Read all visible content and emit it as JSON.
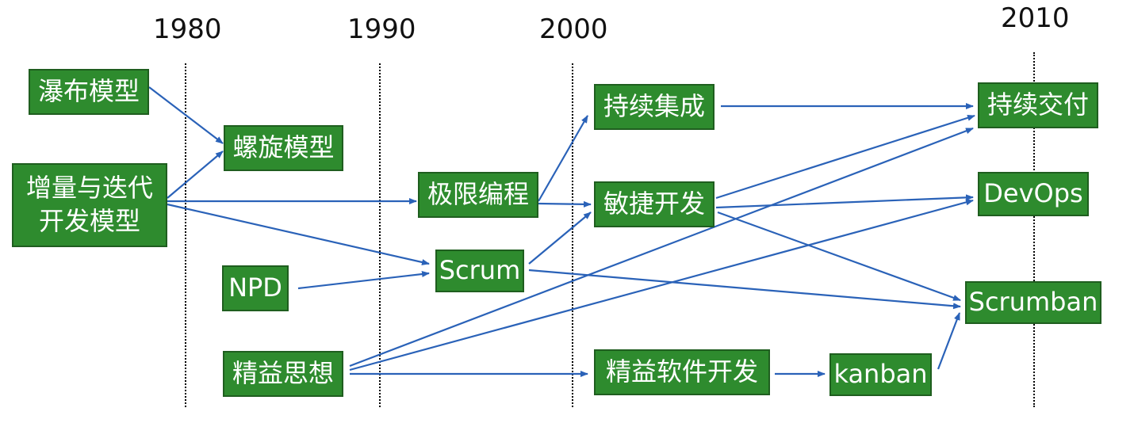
{
  "timeline": {
    "years": [
      "1980",
      "1990",
      "2000",
      "2010"
    ]
  },
  "nodes": {
    "waterfall": "瀑布模型",
    "spiral": "螺旋模型",
    "incremental_line1": "增量与迭代",
    "incremental_line2": "开发模型",
    "npd": "NPD",
    "lean_thinking": "精益思想",
    "xp": "极限编程",
    "scrum": "Scrum",
    "ci": "持续集成",
    "agile": "敏捷开发",
    "lean_sw": "精益软件开发",
    "kanban": "kanban",
    "cd": "持续交付",
    "devops": "DevOps",
    "scrumban": "Scrumban"
  },
  "edges": [
    {
      "from": "waterfall",
      "to": "spiral"
    },
    {
      "from": "incremental",
      "to": "spiral"
    },
    {
      "from": "incremental",
      "to": "xp"
    },
    {
      "from": "incremental",
      "to": "scrum"
    },
    {
      "from": "npd",
      "to": "scrum"
    },
    {
      "from": "xp",
      "to": "ci"
    },
    {
      "from": "xp",
      "to": "agile"
    },
    {
      "from": "scrum",
      "to": "agile"
    },
    {
      "from": "scrum",
      "to": "scrumban"
    },
    {
      "from": "ci",
      "to": "cd"
    },
    {
      "from": "agile",
      "to": "cd"
    },
    {
      "from": "agile",
      "to": "devops"
    },
    {
      "from": "agile",
      "to": "scrumban"
    },
    {
      "from": "lean_thinking",
      "to": "cd"
    },
    {
      "from": "lean_thinking",
      "to": "devops"
    },
    {
      "from": "lean_thinking",
      "to": "lean_sw"
    },
    {
      "from": "lean_sw",
      "to": "kanban"
    },
    {
      "from": "kanban",
      "to": "scrumban"
    }
  ],
  "colors": {
    "box_fill": "#2e8b2e",
    "box_border": "#1f5e1f",
    "box_text": "#ffffff",
    "arrow": "#2a62b8"
  }
}
